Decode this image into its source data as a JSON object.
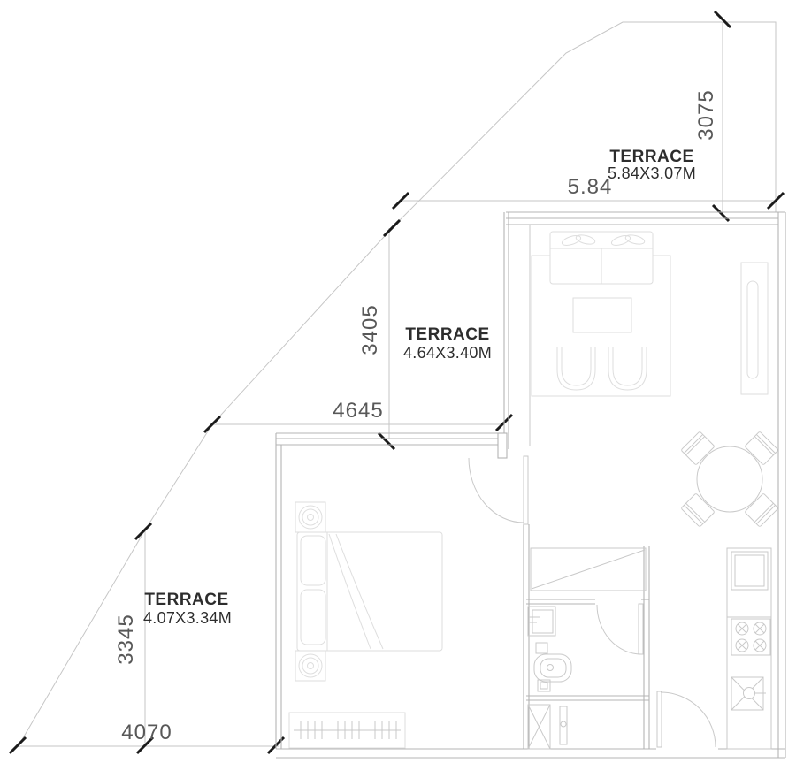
{
  "drawing": {
    "terraces": [
      {
        "label": "TERRACE",
        "size": "5.84X3.07M"
      },
      {
        "label": "TERRACE",
        "size": "4.64X3.40M"
      },
      {
        "label": "TERRACE",
        "size": "4.07X3.34M"
      }
    ],
    "dimensions": {
      "terrace1_width": "5.84",
      "terrace1_depth": "3075",
      "terrace2_depth": "3405",
      "terrace2_width": "4645",
      "terrace3_depth": "3345",
      "terrace3_width": "4070"
    },
    "colors": {
      "background": "#ffffff",
      "plot_line": "#c6c6c6",
      "wall_line": "#b4b4b4",
      "furniture_line": "#dedede",
      "tick": "#1b1b1b",
      "dimension_text": "#585858",
      "label_text": "#2d2d2d"
    }
  }
}
